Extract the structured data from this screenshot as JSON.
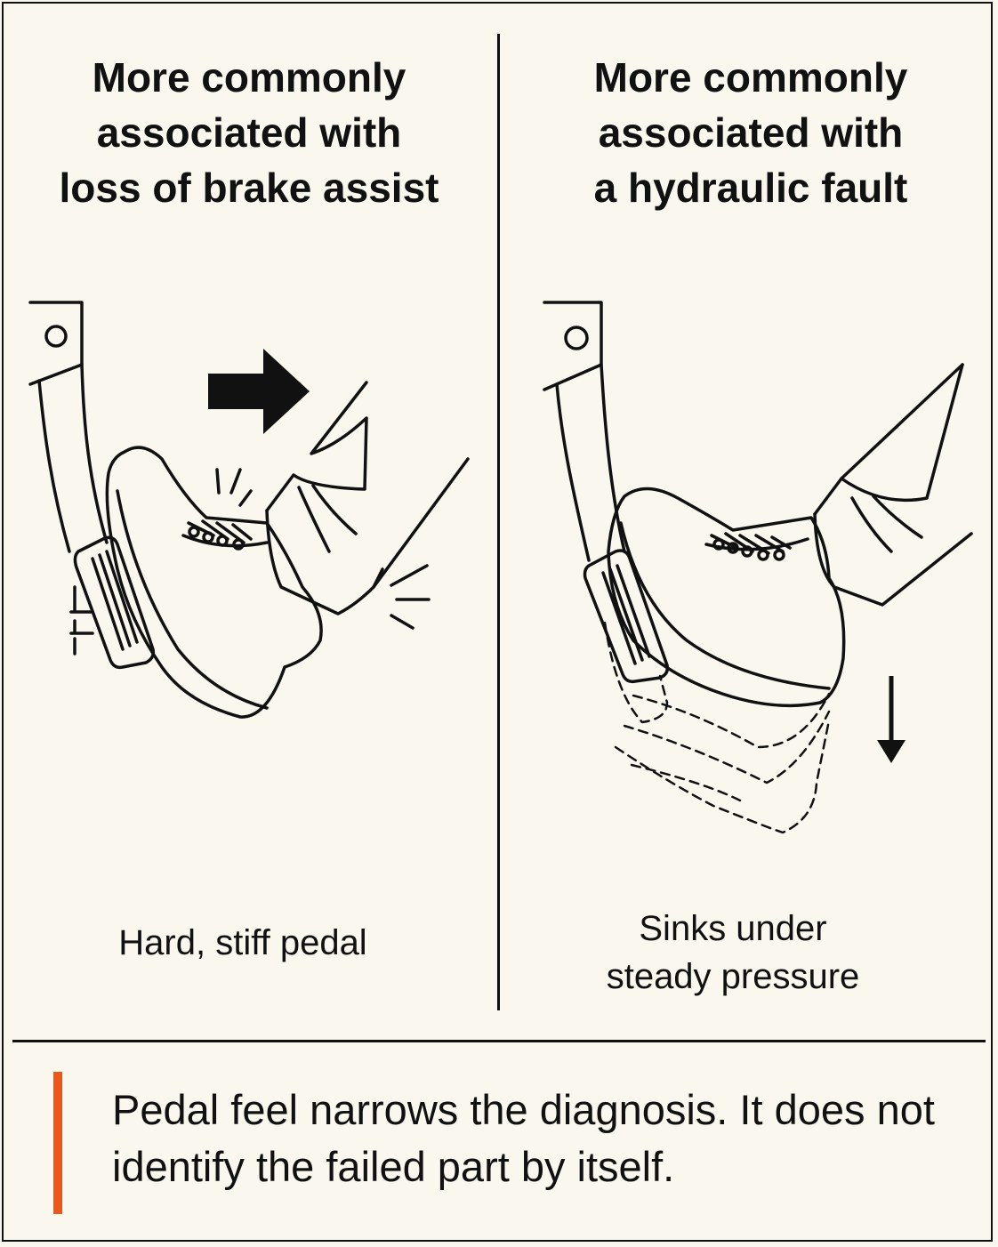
{
  "left_panel": {
    "heading_lines": [
      "More commonly",
      "associated with",
      "loss of brake assist"
    ],
    "caption": "Hard, stiff pedal",
    "arrow_icon": "arrow-right-icon"
  },
  "right_panel": {
    "heading_lines": [
      "More commonly",
      "associated with",
      "a hydraulic fault"
    ],
    "caption_lines": [
      "Sinks under",
      "steady pressure"
    ],
    "arrow_icon": "arrow-down-icon"
  },
  "footer": {
    "note_lines": [
      "Pedal feel narrows the diagnosis. It does not",
      "identify the failed part by itself."
    ],
    "accent_color": "#e8571c"
  },
  "colors": {
    "background": "#faf7ee",
    "ink": "#111111"
  }
}
